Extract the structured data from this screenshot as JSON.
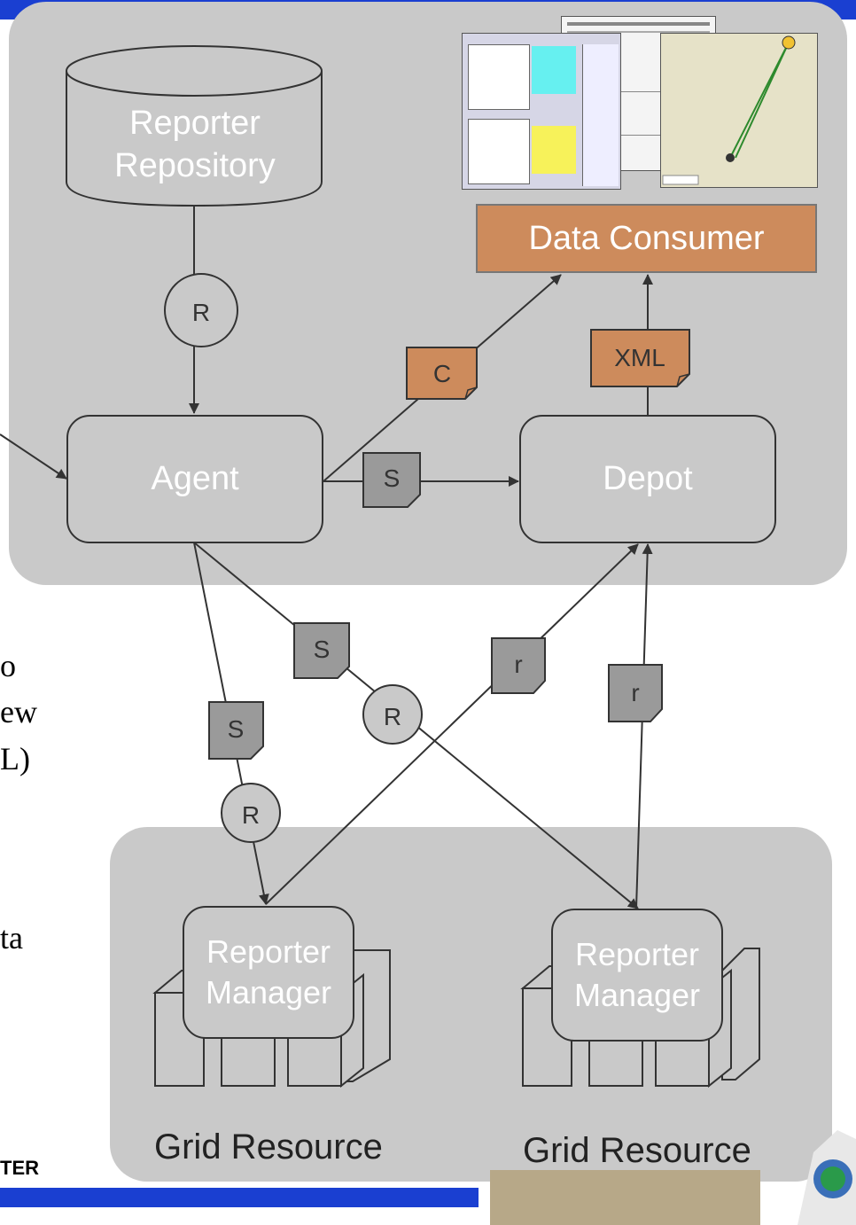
{
  "repository": {
    "line1": "Reporter",
    "line2": "Repository"
  },
  "data_consumer": "Data Consumer",
  "agent": "Agent",
  "depot": "Depot",
  "manager_left": {
    "line1": "Reporter",
    "line2": "Manager"
  },
  "manager_right": {
    "line1": "Reporter",
    "line2": "Manager"
  },
  "grid_resource_left": "Grid Resource",
  "grid_resource_right": "Grid Resource",
  "labels": {
    "r_circle_top": "R",
    "c_note": "C",
    "xml_note": "XML",
    "s_agent_depot": "S",
    "s_cross": "S",
    "r_cross": "R",
    "s_left": "S",
    "r_left": "R",
    "r_small_left": "r",
    "r_small_right": "r"
  },
  "left_text_fragments": [
    "o",
    "ew",
    "L)",
    "ta"
  ],
  "footer": {
    "left_fragment": "TER"
  },
  "colors": {
    "panel": "#c9c9c9",
    "consumer": "#cd8b5c",
    "note_orange": "#cd8b5c",
    "note_gray": "#9a9a9a",
    "blue_bar": "#1a3fd1"
  }
}
